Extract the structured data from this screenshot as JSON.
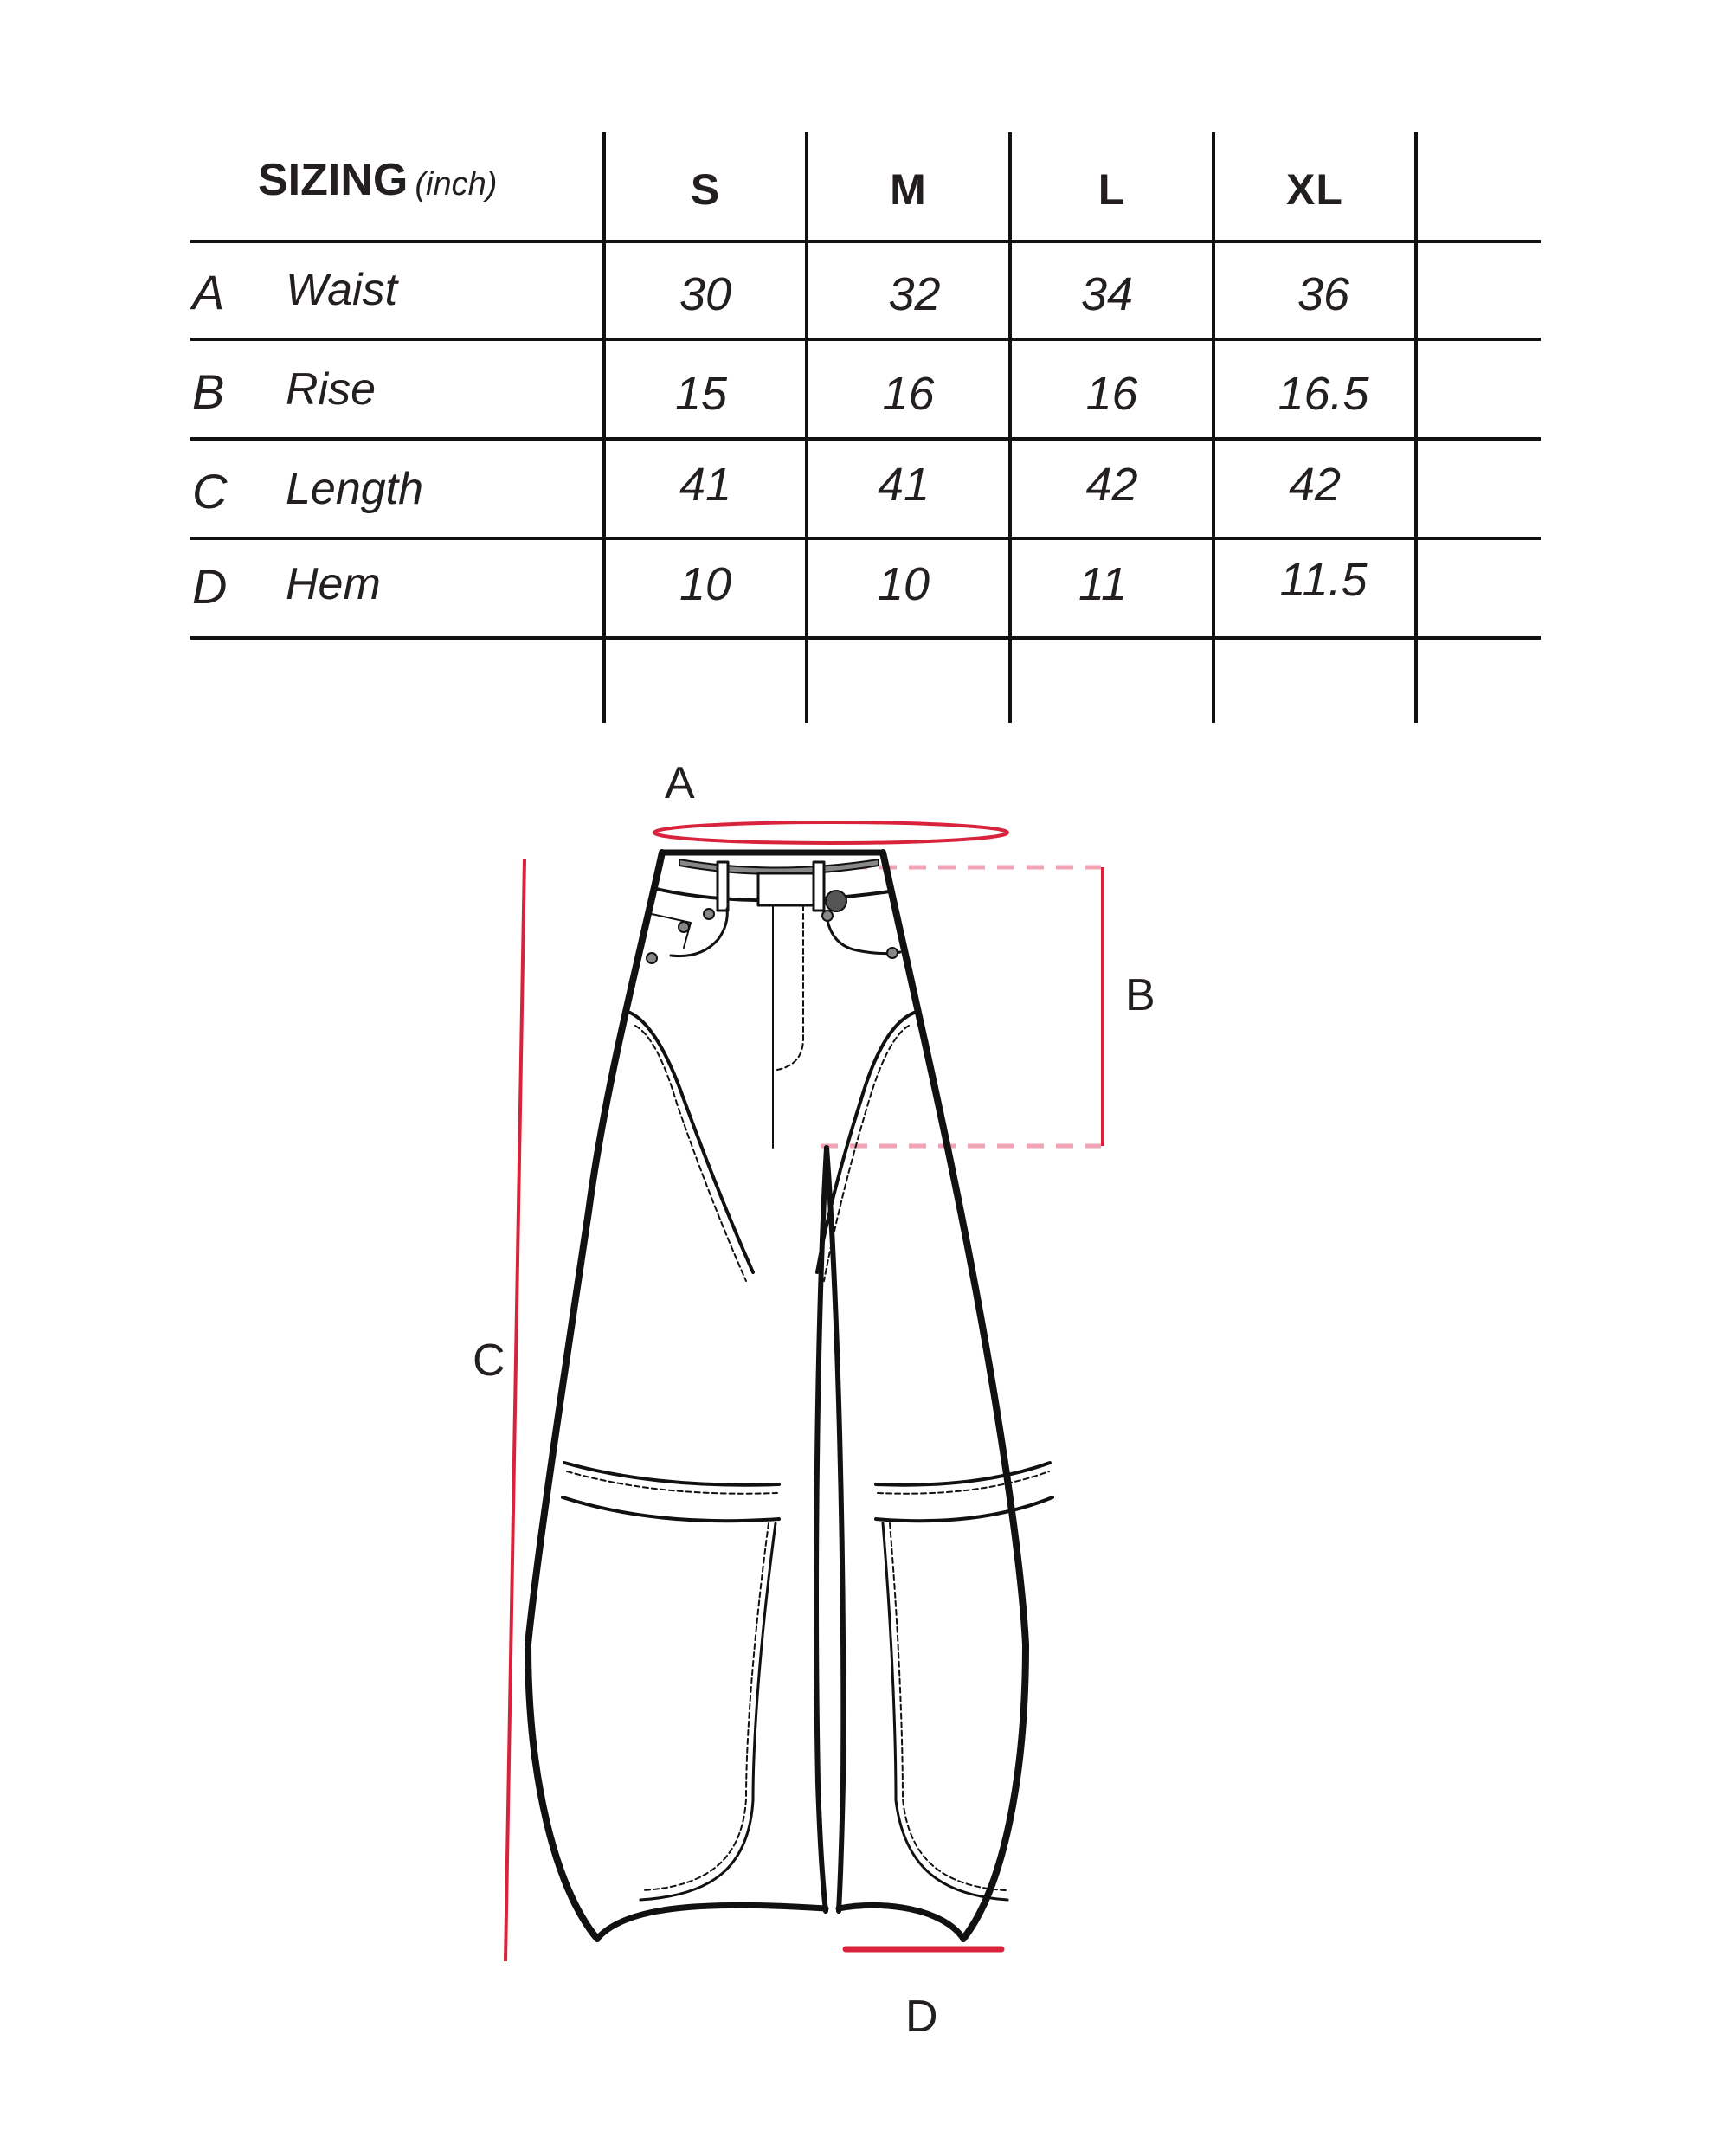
{
  "table": {
    "title": "SIZING",
    "unit": "(inch)",
    "sizes": [
      "S",
      "M",
      "L",
      "XL"
    ],
    "rows": [
      {
        "letter": "A",
        "name": "Waist",
        "values": [
          "30",
          "32",
          "34",
          "36"
        ]
      },
      {
        "letter": "B",
        "name": "Rise",
        "values": [
          "15",
          "16",
          "16",
          "16.5"
        ]
      },
      {
        "letter": "C",
        "name": "Length",
        "values": [
          "41",
          "41",
          "42",
          "42"
        ]
      },
      {
        "letter": "D",
        "name": "Hem",
        "values": [
          "10",
          "10",
          "11",
          "11.5"
        ]
      }
    ]
  },
  "diagram": {
    "garment": "pants-technical-flat",
    "labels": {
      "a": "A",
      "b": "B",
      "c": "C",
      "d": "D"
    },
    "colors": {
      "measure_line": "#d9233c",
      "rise_dash": "#f0a3b5",
      "outline": "#111111"
    }
  }
}
